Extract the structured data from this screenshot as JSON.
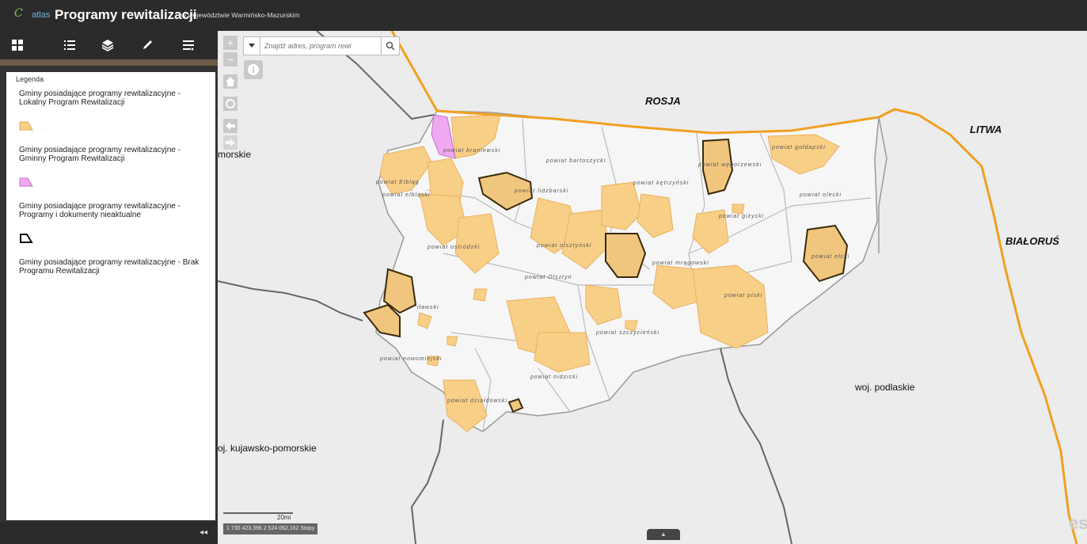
{
  "header": {
    "logo_mark": "C",
    "logo_text": "atlas",
    "title": "Programy rewitalizacji",
    "subtitle": "w województwie Warmińsko-Mazurskim"
  },
  "toolbar": {
    "icons": [
      "grid-icon",
      "list-icon",
      "layers-icon",
      "pencil-icon",
      "menu-icon"
    ]
  },
  "legend": {
    "tab_label": "Legenda",
    "items": [
      {
        "label": "Gminy posiadające programy rewitalizacyjne - Lokalny Program Rewitalizacji",
        "color": "#f8cf86"
      },
      {
        "label": "Gminy posiadające programy rewitalizacyjne - Gminny Program Rewitalizacji",
        "color": "#f0a8f0"
      },
      {
        "label": "Gminy posiadające programy rewitalizacyjne - Programy i dokumenty nieaktualne",
        "color": "#ffffff"
      },
      {
        "label": "Gminy posiadające programy rewitalizacyjne - Brak Programu Rewitalizacji",
        "color": ""
      }
    ]
  },
  "search": {
    "placeholder": "Znajdź adres, program rewi"
  },
  "map": {
    "places": {
      "rosja": "ROSJA",
      "litwa": "LITWA",
      "bialorus": "BIAŁORUŚ",
      "pomorskie": "morskie",
      "podlaskie": "woj. podlaskie",
      "kujawsko": "oj. kujawsko-pomorskie"
    },
    "powiaty": {
      "braniewski": "powiat braniewski",
      "bartoszycki": "powiat bartoszycki",
      "wegorzewski": "powiat węgorzewski",
      "goldapski": "powiat gołdapski",
      "elblag": "powiat Elbląg",
      "elblaski": "powiat elbląski",
      "lidzbarski": "powiat lidzbarski",
      "ketrzynski": "powiat kętrzyński",
      "olecki": "powiat olecki",
      "gizycki": "powiat giżycki",
      "ostrodzki": "powiat ostródzki",
      "olsztynski": "powiat olsztyński",
      "mragowski": "powiat mrągowski",
      "olsztyn": "powiat Olsztyn",
      "elcki": "powiat ełcki",
      "ilawski": "iławski",
      "piski": "powiat piski",
      "szczycienski": "powiat szczycieński",
      "nowomiejski": "powiat nowomiejski",
      "nidzicki": "powiat nidzicki",
      "dzialdowski": "powiat działdowski"
    },
    "scale_label": "20mi",
    "coordinates": "1 730 423,396 2 524 062,162 Stopy",
    "attribution": "esri"
  }
}
